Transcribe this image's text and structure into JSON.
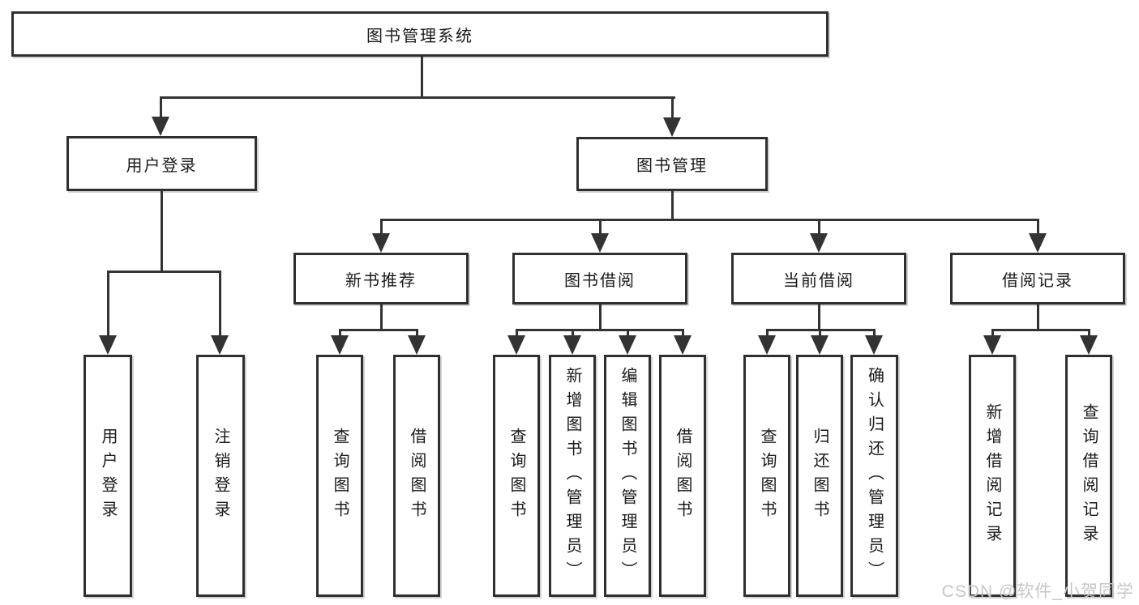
{
  "tree": {
    "root": "图书管理系统",
    "branches": [
      {
        "label": "用户登录",
        "leaves": [
          "用户登录",
          "注销登录"
        ]
      },
      {
        "label": "图书管理",
        "groups": [
          {
            "label": "新书推荐",
            "leaves": [
              "查询图书",
              "借阅图书"
            ]
          },
          {
            "label": "图书借阅",
            "leaves": [
              "查询图书",
              "新增图书（管理员）",
              "编辑图书（管理员）",
              "借阅图书"
            ]
          },
          {
            "label": "当前借阅",
            "leaves": [
              "查询图书",
              "归还图书",
              "确认归还（管理员）"
            ]
          },
          {
            "label": "借阅记录",
            "leaves": [
              "新增借阅记录",
              "查询借阅记录"
            ]
          }
        ]
      }
    ]
  },
  "watermark": "CSDN @软件_小贺同学",
  "colors": {
    "line": "#333333",
    "box_border": "#2f2f2f",
    "text": "#1a1a1a",
    "background": "#ffffff",
    "watermark": "#c6c6c6"
  }
}
